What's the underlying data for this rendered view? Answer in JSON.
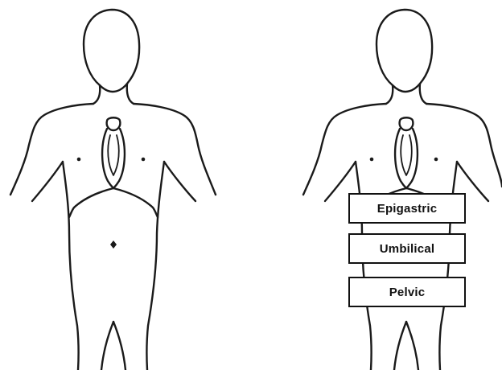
{
  "figure": {
    "regions": [
      {
        "id": "epigastric",
        "label": "Epigastric"
      },
      {
        "id": "umbilical",
        "label": "Umbilical"
      },
      {
        "id": "pelvic",
        "label": "Pelvic"
      }
    ]
  }
}
